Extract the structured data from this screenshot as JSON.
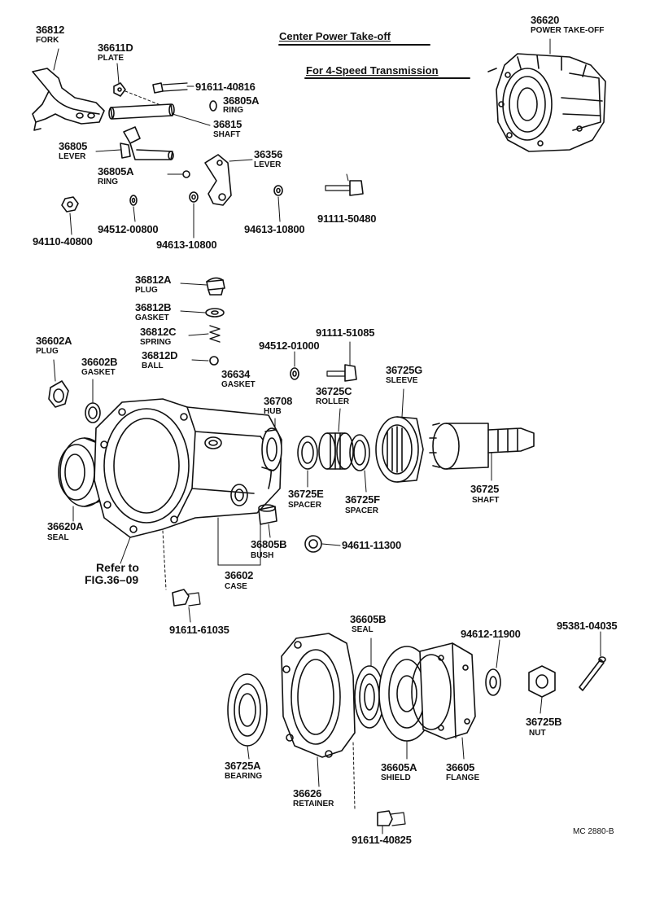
{
  "diagram": {
    "title": "Center Power Take-off",
    "subtitle": "For 4-Speed Transmission",
    "reference_line1": "Refer to",
    "reference_line2": "FIG.36–09",
    "footer_code": "MC 2880-B"
  },
  "parts": [
    {
      "number": "36812",
      "desc": "FORK"
    },
    {
      "number": "36611D",
      "desc": "PLATE"
    },
    {
      "number": "91611-40816",
      "desc": ""
    },
    {
      "number": "36805A",
      "desc": "RING"
    },
    {
      "number": "36815",
      "desc": "SHAFT"
    },
    {
      "number": "36805",
      "desc": "LEVER"
    },
    {
      "number": "36805A",
      "desc": "RING"
    },
    {
      "number": "36356",
      "desc": "LEVER"
    },
    {
      "number": "91111-50480",
      "desc": ""
    },
    {
      "number": "94110-40800",
      "desc": ""
    },
    {
      "number": "94512-00800",
      "desc": ""
    },
    {
      "number": "94613-10800",
      "desc": ""
    },
    {
      "number": "94613-10800",
      "desc": ""
    },
    {
      "number": "36620",
      "desc": "POWER TAKE-OFF"
    },
    {
      "number": "36812A",
      "desc": "PLUG"
    },
    {
      "number": "36812B",
      "desc": "GASKET"
    },
    {
      "number": "36812C",
      "desc": "SPRING"
    },
    {
      "number": "36812D",
      "desc": "BALL"
    },
    {
      "number": "36602A",
      "desc": "PLUG"
    },
    {
      "number": "36602B",
      "desc": "GASKET"
    },
    {
      "number": "94512-01000",
      "desc": ""
    },
    {
      "number": "91111-51085",
      "desc": ""
    },
    {
      "number": "36634",
      "desc": "GASKET"
    },
    {
      "number": "36708",
      "desc": "HUB"
    },
    {
      "number": "36725C",
      "desc": "ROLLER"
    },
    {
      "number": "36725G",
      "desc": "SLEEVE"
    },
    {
      "number": "36725E",
      "desc": "SPACER"
    },
    {
      "number": "36725F",
      "desc": "SPACER"
    },
    {
      "number": "36725",
      "desc": "SHAFT"
    },
    {
      "number": "36620A",
      "desc": "SEAL"
    },
    {
      "number": "36805B",
      "desc": "BUSH"
    },
    {
      "number": "94611-11300",
      "desc": ""
    },
    {
      "number": "36602",
      "desc": "CASE"
    },
    {
      "number": "91611-61035",
      "desc": ""
    },
    {
      "number": "36605B",
      "desc": "SEAL"
    },
    {
      "number": "94612-11900",
      "desc": ""
    },
    {
      "number": "95381-04035",
      "desc": ""
    },
    {
      "number": "36725A",
      "desc": "BEARING"
    },
    {
      "number": "36626",
      "desc": "RETAINER"
    },
    {
      "number": "36605A",
      "desc": "SHIELD"
    },
    {
      "number": "36605",
      "desc": "FLANGE"
    },
    {
      "number": "36725B",
      "desc": "NUT"
    },
    {
      "number": "91611-40825",
      "desc": ""
    }
  ]
}
